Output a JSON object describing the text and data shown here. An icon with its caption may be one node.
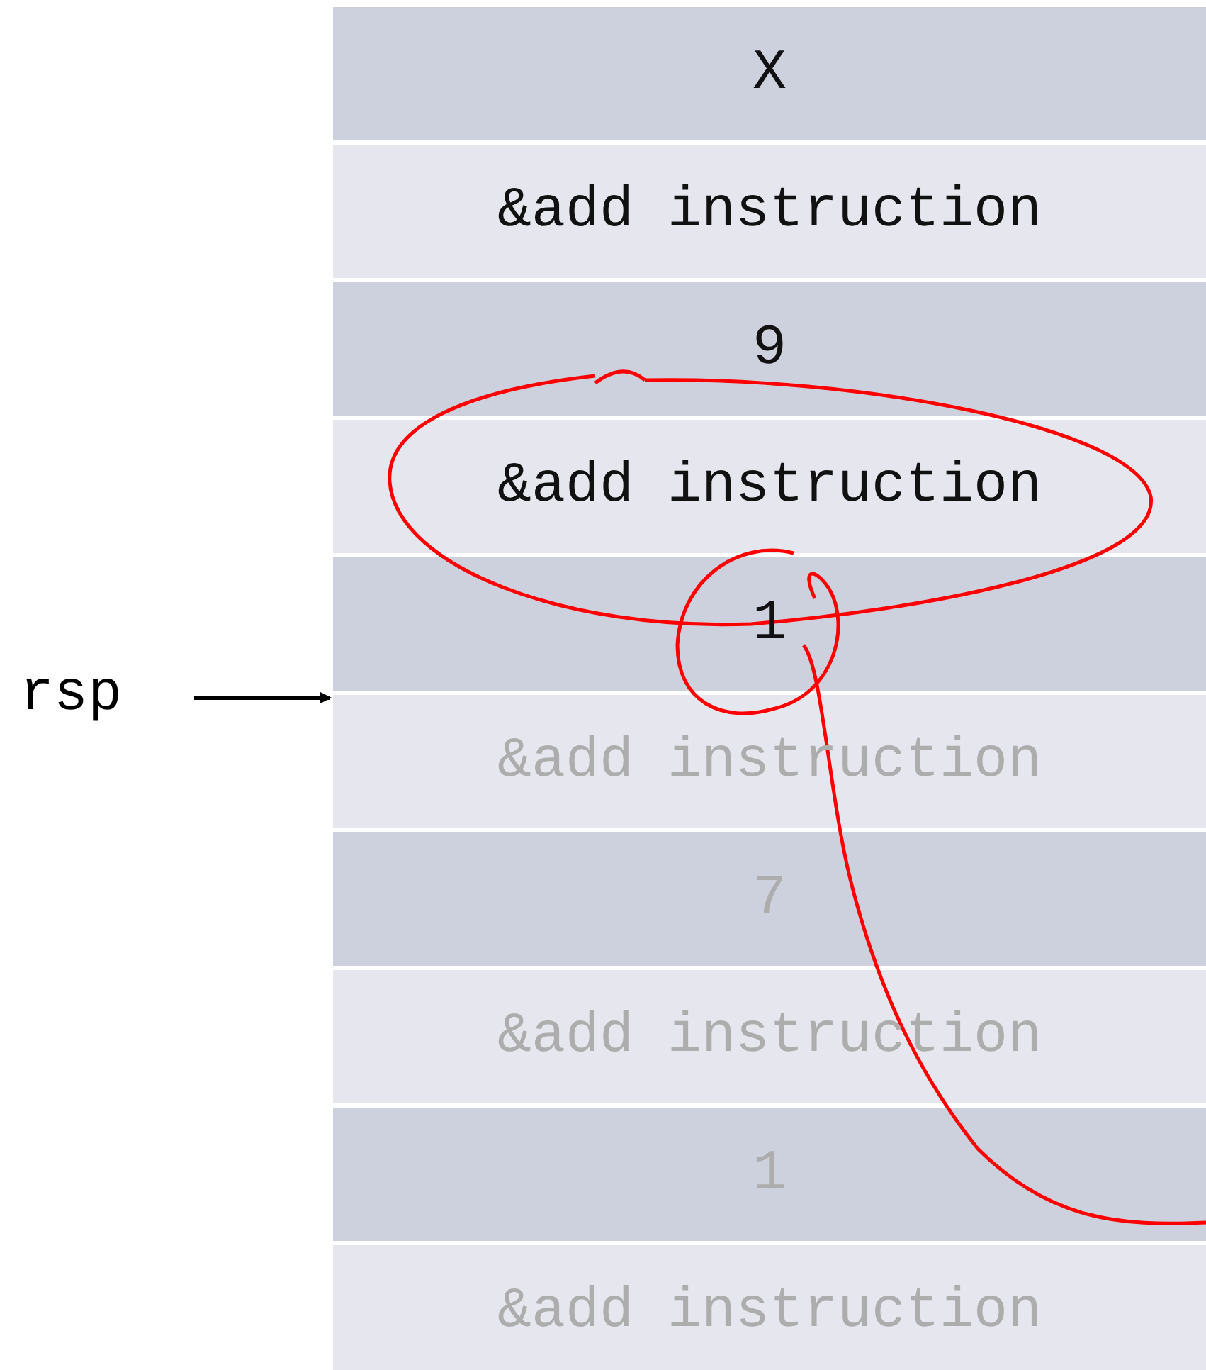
{
  "diagram": {
    "nodes": [
      {
        "text": [
          "X"
        ]
      },
      {
        "text": [
          "&add instruction"
        ]
      },
      {
        "text": [
          "9"
        ]
      },
      {
        "text": [
          "&add instruction"
        ]
      },
      {
        "text": [
          "1"
        ]
      },
      {
        "text": [
          "&add instruction"
        ]
      },
      {
        "text": [
          "7"
        ]
      },
      {
        "text": [
          "&add instruction"
        ]
      },
      {
        "text": [
          "1"
        ]
      },
      {
        "text": [
          "&add instruction"
        ]
      },
      {
        "text": [
          "rsp"
        ]
      }
    ],
    "edges": [
      {
        "from": 10,
        "to": 5,
        "arrow": "to"
      }
    ]
  }
}
